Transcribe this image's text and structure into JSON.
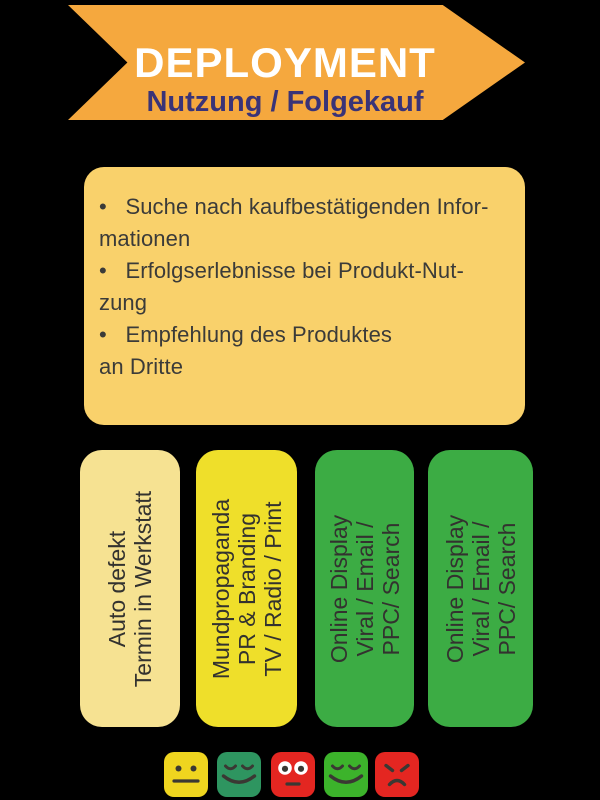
{
  "background": "#000000",
  "banner": {
    "title": "DEPLOYMENT",
    "subtitle": "Nutzung / Folgekauf",
    "arrow_color": "#F5A83E",
    "title_color": "#FFFFFF",
    "subtitle_color": "#3A3377"
  },
  "summary_box": {
    "bg": "#F9D16B",
    "text_color": "#3B3B39",
    "lines": [
      "•   Suche nach kaufbestätigenden Infor-",
      "mationen",
      "•   Erfolgserlebnisse bei Produkt-Nut-",
      "zung",
      "•   Empfehlung des Produktes",
      "an Dritte"
    ]
  },
  "pillar_text_color": "#33322F",
  "pillars": [
    {
      "id": "auto-defekt",
      "bg": "#F6E292",
      "lines": [
        "Auto defekt",
        "Termin in Werkstatt"
      ]
    },
    {
      "id": "mundpropaganda",
      "bg": "#EFDF2A",
      "lines": [
        "Mundpropaganda",
        "PR & Branding",
        "TV / Radio / Print"
      ]
    },
    {
      "id": "online-display-1",
      "bg": "#3CAC44",
      "lines": [
        "Online Display",
        "Viral / Email /",
        "PPC/ Search"
      ]
    },
    {
      "id": "online-display-2",
      "bg": "#3CAC44",
      "lines": [
        "Online Display",
        "Viral / Email /",
        "PPC/ Search"
      ]
    }
  ],
  "emoji_row": {
    "face_color": "#3A3833",
    "items": [
      {
        "name": "neutral-face",
        "bg": "#EFD51F"
      },
      {
        "name": "smiling-face",
        "bg": "#2E9560"
      },
      {
        "name": "surprised-face",
        "bg": "#E42621"
      },
      {
        "name": "smiling-face",
        "bg": "#3CB32B"
      },
      {
        "name": "angry-face",
        "bg": "#E42621"
      }
    ]
  }
}
